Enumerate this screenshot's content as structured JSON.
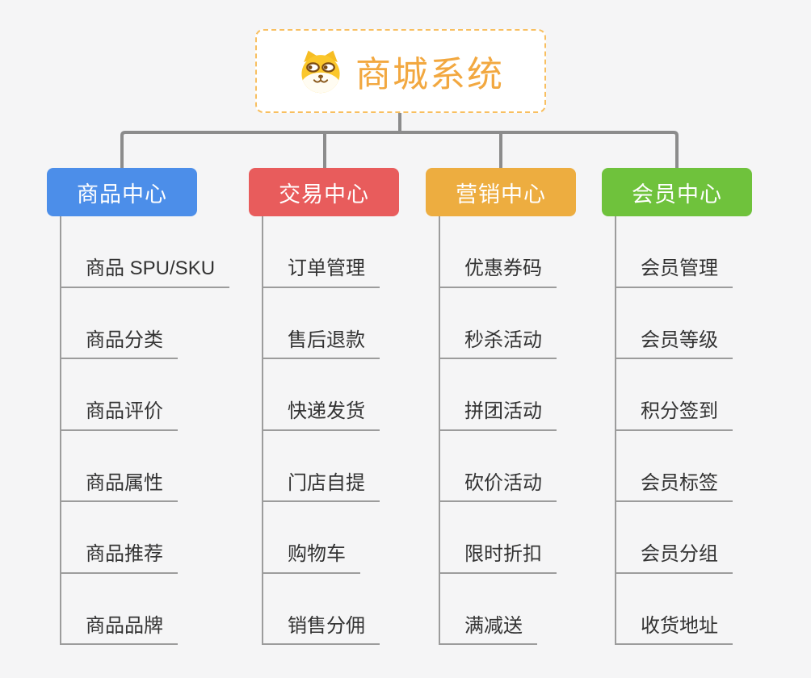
{
  "colors": {
    "background": "#f5f5f6",
    "connector": "#8c8c8c",
    "line": "#9c9c9c",
    "item_text": "#333333"
  },
  "root": {
    "label": "商城系统",
    "icon": "dog-face-icon",
    "text_color": "#f2a840",
    "border_color": "#f8bf60",
    "background": "#ffffff"
  },
  "branches": [
    {
      "label": "商品中心",
      "color": "#4c8ee9",
      "items": [
        "商品 SPU/SKU",
        "商品分类",
        "商品评价",
        "商品属性",
        "商品推荐",
        "商品品牌"
      ]
    },
    {
      "label": "交易中心",
      "color": "#e85c5c",
      "items": [
        "订单管理",
        "售后退款",
        "快递发货",
        "门店自提",
        "购物车",
        "销售分佣"
      ]
    },
    {
      "label": "营销中心",
      "color": "#edad40",
      "items": [
        "优惠券码",
        "秒杀活动",
        "拼团活动",
        "砍价活动",
        "限时折扣",
        "满减送"
      ]
    },
    {
      "label": "会员中心",
      "color": "#6fc23c",
      "items": [
        "会员管理",
        "会员等级",
        "积分签到",
        "会员标签",
        "会员分组",
        "收货地址"
      ]
    }
  ]
}
